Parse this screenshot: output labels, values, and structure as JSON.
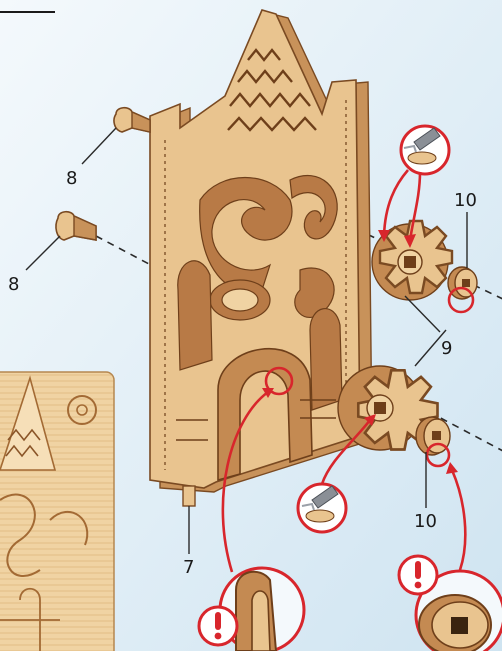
{
  "labels": {
    "part_8_top": "8",
    "part_8_bottom": "8",
    "part_10_top": "10",
    "part_10_bottom": "10",
    "part_9": "9",
    "part_7": "7"
  },
  "icons": [
    "warning-exclamation-icon",
    "glue-tube-icon"
  ],
  "colors": {
    "background": "#d6e9f4",
    "wood": "#e9c48f",
    "accent_red": "#d8262c"
  }
}
